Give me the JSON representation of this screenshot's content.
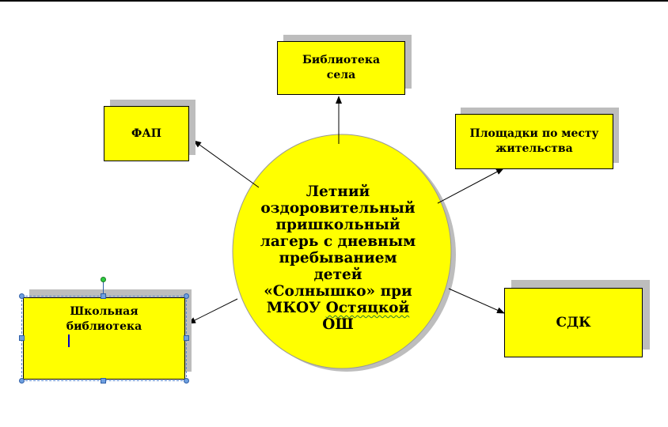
{
  "diagram": {
    "center": {
      "lines": [
        "Летний",
        "оздоровительный",
        "пришкольный",
        "лагерь с дневным",
        "пребыванием",
        "детей"
      ],
      "line7_a": "«Солнышко»",
      "line7_b": " при",
      "line8_a": "МКОУ ",
      "line8_b": "Остяцкой",
      "line9": "ОШ",
      "fill": "#ffff00",
      "shadow": "#bdbdbd"
    },
    "nodes": {
      "library_village": [
        "Библиотека",
        "села"
      ],
      "fap": "ФАП",
      "playgrounds": [
        "Площадки по месту",
        "жительства"
      ],
      "sdk": "СДК",
      "school_library": [
        "Школьная",
        "библиотека"
      ]
    },
    "colors": {
      "box_fill": "#ffff00",
      "selection_handle": "#6fa0e0",
      "rotate_handle": "#2ecc40"
    }
  }
}
